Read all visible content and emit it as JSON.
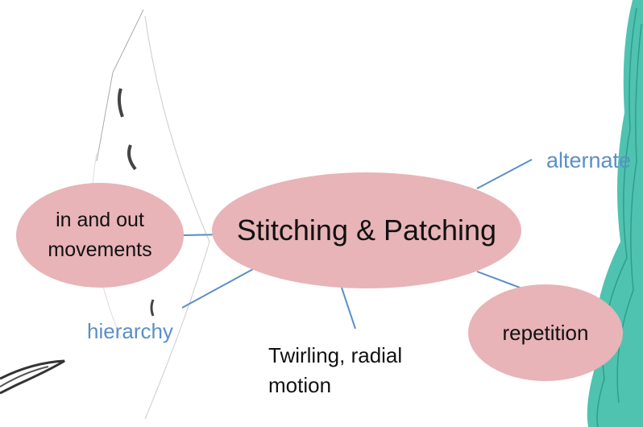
{
  "diagram": {
    "central": {
      "label": "Stitching & Patching"
    },
    "nodes": [
      {
        "id": "in-out",
        "line1": "in and out",
        "line2": "movements"
      },
      {
        "id": "repetition",
        "label": "repetition"
      }
    ],
    "edge_labels": {
      "alternate": "alternate",
      "hierarchy": "hierarchy",
      "twirling_line1": "Twirling, radial",
      "twirling_line2": "motion"
    }
  },
  "colors": {
    "ellipse_fill": "#e8b4b8",
    "connector": "#5b8fc7",
    "edge_label_text": "#5b8fc7",
    "body_text": "#111111",
    "teal_art": "#4fc3b0",
    "sketch": "#555555"
  }
}
